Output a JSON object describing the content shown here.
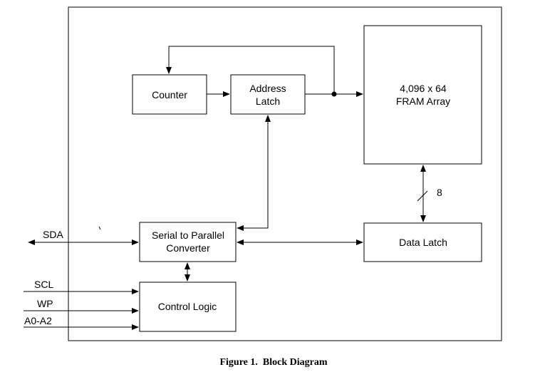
{
  "blocks": {
    "counter": "Counter",
    "address_latch": [
      "Address",
      "Latch"
    ],
    "fram_array": [
      "4,096 x 64",
      "FRAM Array"
    ],
    "serial_converter": [
      "Serial to Parallel",
      "Converter"
    ],
    "data_latch": "Data Latch",
    "control_logic": "Control Logic"
  },
  "signals": {
    "sda": "SDA",
    "scl": "SCL",
    "wp": "WP",
    "a0_a2": "A0-A2"
  },
  "bus_width": "8",
  "caption": "Figure 1.  Block Diagram"
}
